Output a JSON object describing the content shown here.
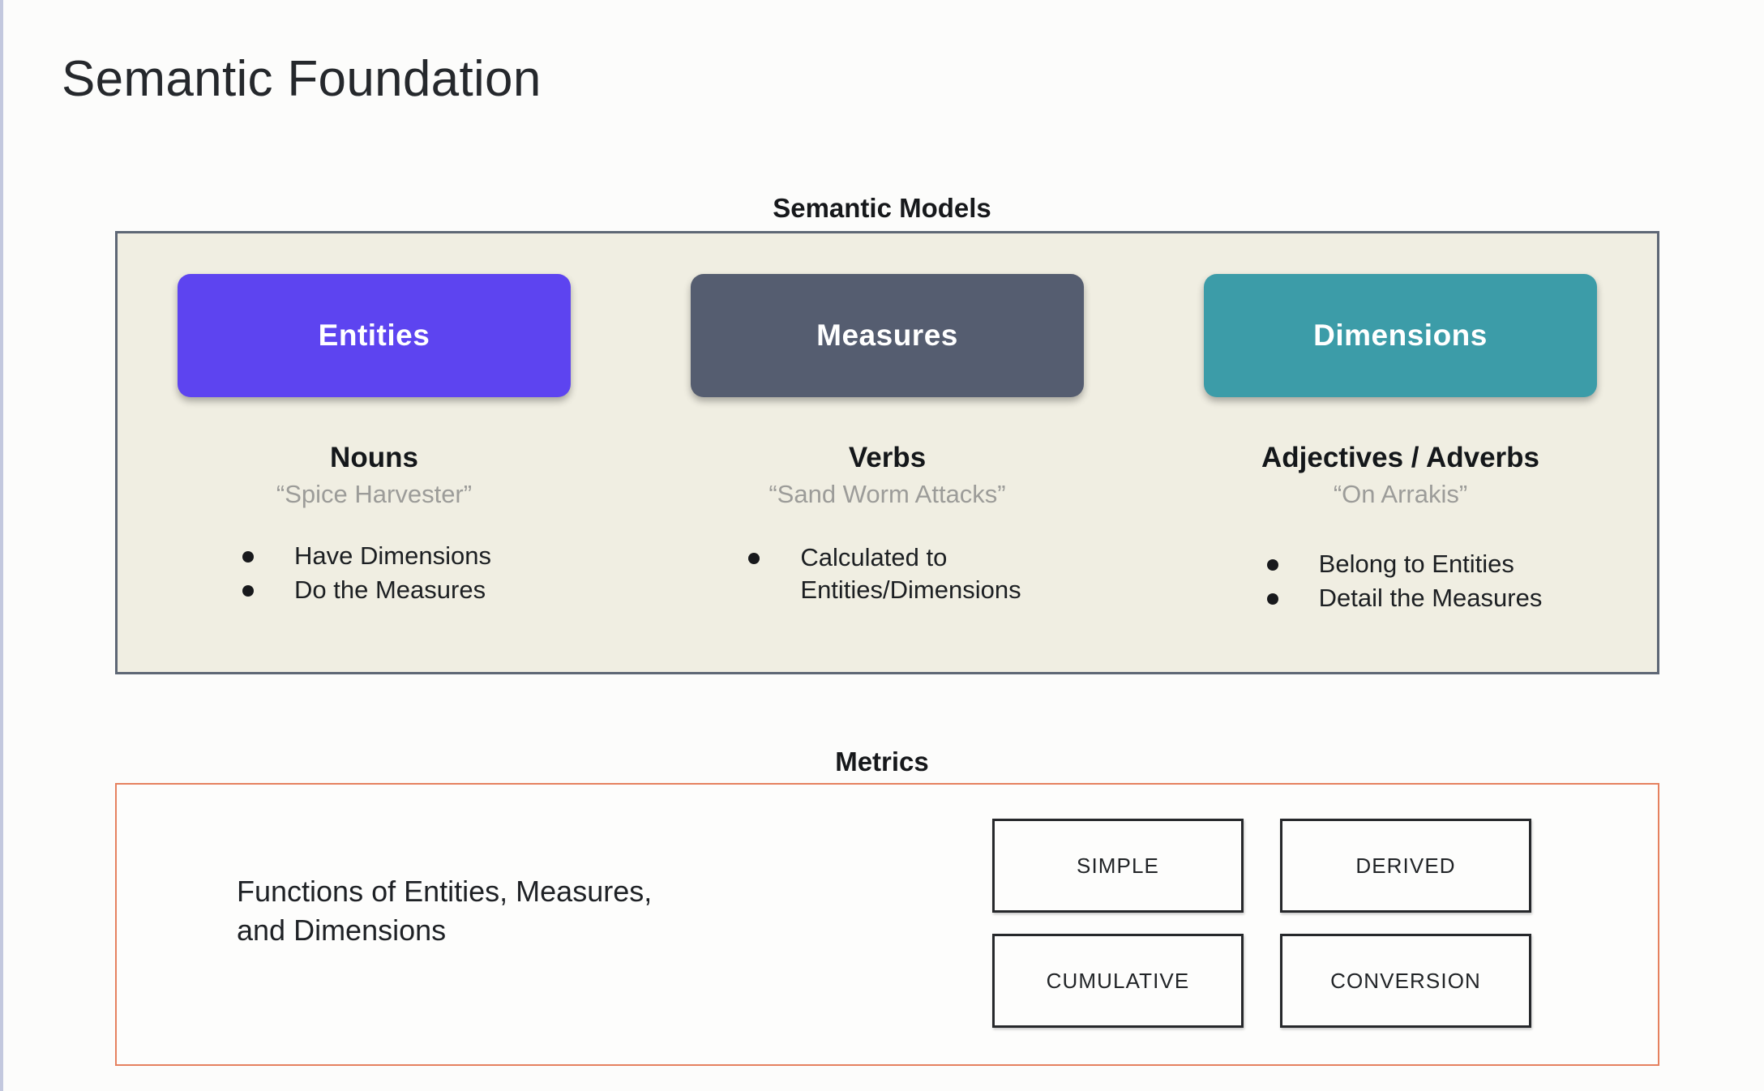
{
  "page": {
    "title": "Semantic Foundation",
    "background": "#FCFCFB",
    "edge_rule_color": "#C3C8DE"
  },
  "semantic_models": {
    "caption": "Semantic Models",
    "panel_background": "#F0EEE2",
    "panel_border_color": "#5E6775",
    "columns": [
      {
        "chip_label": "Entities",
        "chip_color": "#5D44F0",
        "part_of_speech": "Nouns",
        "example": "“Spice Harvester”",
        "bullets": [
          "Have Dimensions",
          "Do the Measures"
        ]
      },
      {
        "chip_label": "Measures",
        "chip_color": "#555D70",
        "part_of_speech": "Verbs",
        "example": "“Sand Worm Attacks”",
        "bullets": [
          "Calculated to\nEntities/Dimensions"
        ]
      },
      {
        "chip_label": "Dimensions",
        "chip_color": "#3C9CA8",
        "part_of_speech": "Adjectives / Adverbs",
        "example": "“On Arrakis”",
        "bullets": [
          "Belong to Entities",
          "Detail the Measures"
        ]
      }
    ]
  },
  "metrics": {
    "caption": "Metrics",
    "panel_border_color": "#E5815F",
    "description": "Functions of Entities, Measures,\nand Dimensions",
    "types": [
      "SIMPLE",
      "DERIVED",
      "CUMULATIVE",
      "CONVERSION"
    ]
  }
}
